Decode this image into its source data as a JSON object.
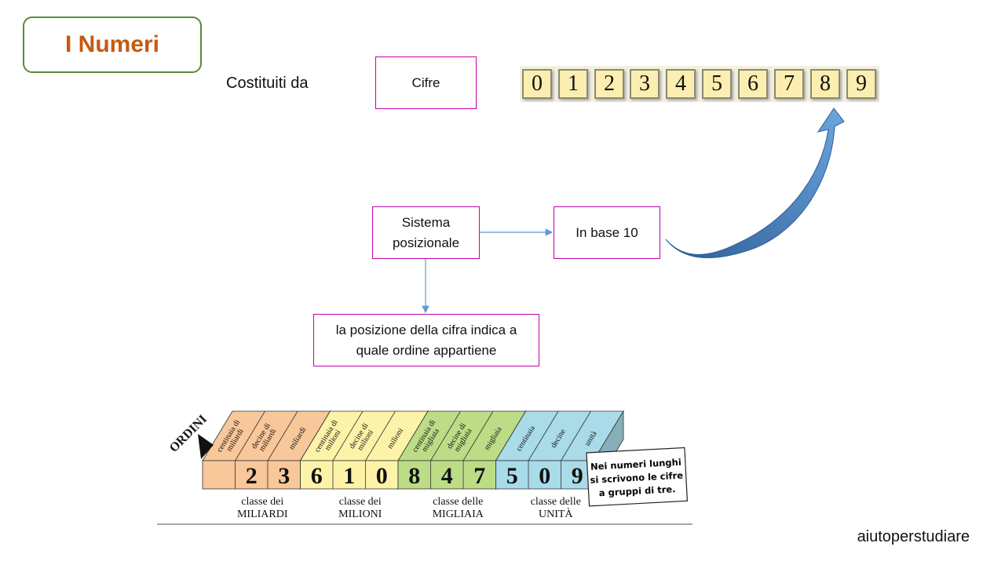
{
  "title": "I Numeri",
  "costituiti_label": "Costituiti da",
  "cifre_box": "Cifre",
  "digits": [
    "0",
    "1",
    "2",
    "3",
    "4",
    "5",
    "6",
    "7",
    "8",
    "9"
  ],
  "sistema_box": [
    "Sistema",
    "posizionale"
  ],
  "base_box": "In base 10",
  "posizione_box": [
    "la posizione della cifra indica a",
    "quale ordine appartiene"
  ],
  "ordini": {
    "label": "ORDINI",
    "classes": [
      {
        "name": [
          "classe dei",
          "MILIARDI"
        ],
        "color": "#f8c79a",
        "orders": [
          [
            "centinaia di",
            "miliardi"
          ],
          [
            "decine di",
            "miliardi"
          ],
          [
            "miliardi"
          ]
        ],
        "digits": [
          "",
          "2",
          "3"
        ]
      },
      {
        "name": [
          "classe dei",
          "MILIONI"
        ],
        "color": "#fdf3a8",
        "orders": [
          [
            "centinaia di",
            "milioni"
          ],
          [
            "decine di",
            "milioni"
          ],
          [
            "milioni"
          ]
        ],
        "digits": [
          "6",
          "1",
          "0"
        ]
      },
      {
        "name": [
          "classe delle",
          "MIGLIAIA"
        ],
        "color": "#bddc86",
        "orders": [
          [
            "centinaia di",
            "migliaia"
          ],
          [
            "decine di",
            "migliaia"
          ],
          [
            "migliaia"
          ]
        ],
        "digits": [
          "8",
          "4",
          "7"
        ]
      },
      {
        "name": [
          "classe delle",
          "UNITÀ"
        ],
        "color": "#a9dbe8",
        "orders": [
          [
            "centinaia"
          ],
          [
            "decine"
          ],
          [
            "unità"
          ]
        ],
        "digits": [
          "5",
          "0",
          "9"
        ]
      }
    ],
    "note": [
      "Nei numeri lunghi",
      "si scrivono le cifre",
      "a gruppi di tre."
    ]
  },
  "footer": "aiutoperstudiare"
}
